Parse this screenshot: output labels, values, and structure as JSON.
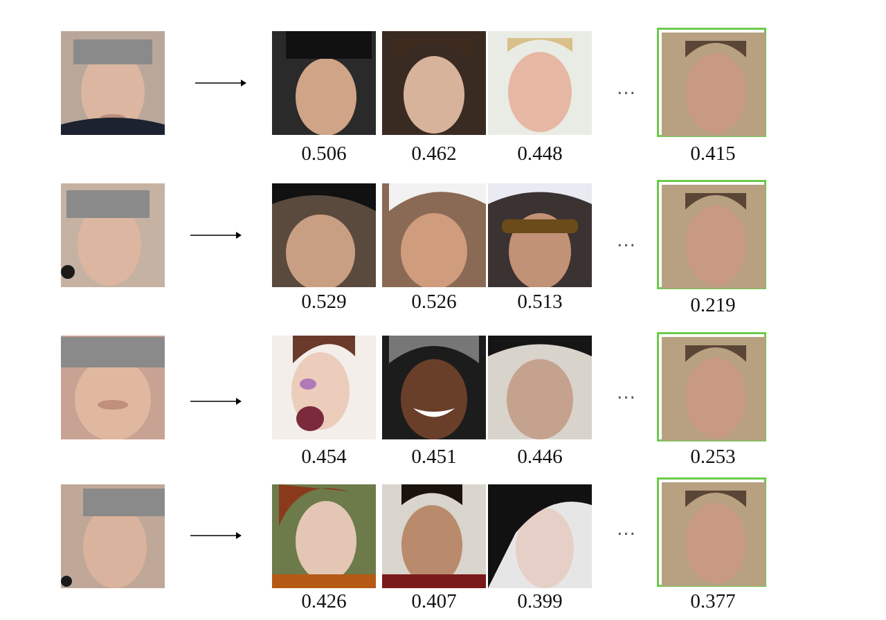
{
  "colors": {
    "target_border": "#6acb4a",
    "mask_patch": "#8a8a8a",
    "text": "#111111"
  },
  "rows": [
    {
      "probe_icon": "masked-face-photo",
      "ranked_scores": [
        "0.506",
        "0.462",
        "0.448"
      ],
      "ellipsis": "...",
      "target_score": "0.415",
      "gallery_tones": [
        "#5a4a40",
        "#6b5344",
        "#d9b8a4"
      ]
    },
    {
      "probe_icon": "masked-face-photo",
      "ranked_scores": [
        "0.529",
        "0.526",
        "0.513"
      ],
      "ellipsis": "...",
      "target_score": "0.219",
      "gallery_tones": [
        "#c9a38a",
        "#c69479",
        "#b68a6e"
      ]
    },
    {
      "probe_icon": "masked-face-photo",
      "ranked_scores": [
        "0.454",
        "0.451",
        "0.446"
      ],
      "ellipsis": "...",
      "target_score": "0.253",
      "gallery_tones": [
        "#e8cfc2",
        "#6a3f2a",
        "#c5a28e"
      ]
    },
    {
      "probe_icon": "masked-face-photo",
      "ranked_scores": [
        "0.426",
        "0.407",
        "0.399"
      ],
      "ellipsis": "...",
      "target_score": "0.377",
      "gallery_tones": [
        "#e3c6b4",
        "#b98a6c",
        "#e6cfc6"
      ]
    }
  ]
}
